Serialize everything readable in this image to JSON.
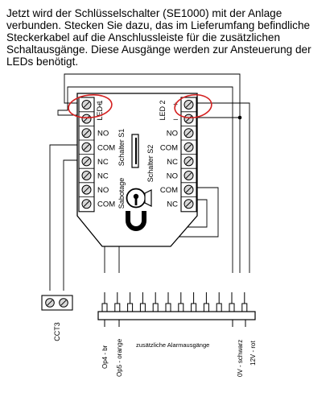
{
  "instructions": {
    "text": "Jetzt wird der Schlüsselschalter (SE1000) mit der Anlage verbunden. Stecken Sie dazu, das im Lieferumfang befindliche Steckerkabel auf die Anschlussleiste für die zusätzlichen Schaltausgänge. Diese Ausgänge werden zur Ansteuerung der LEDs benötigt."
  },
  "module": {
    "left_terminals": [
      "+",
      "–",
      "NO",
      "COM",
      "NC",
      "NC",
      "NO",
      "COM"
    ],
    "right_terminals": [
      "+",
      "–",
      "NO",
      "COM",
      "NC",
      "NO",
      "COM",
      "NC"
    ],
    "led1_label": "LED 1",
    "led2_label": "LED 2",
    "switch1_label": "Schalter S1",
    "switch2_label": "Schalter S2",
    "sabotage_label": "Sabotage"
  },
  "connector_cct3": {
    "label": "CCT3"
  },
  "alarm_strip": {
    "caption": "zusätzliche Alarmausgänge",
    "pin_labels": [
      "Op4 - br",
      "Op5 - orange",
      "0V - schwarz",
      "12V - rot"
    ]
  },
  "annotations": {
    "highlight_color": "#d42020"
  }
}
